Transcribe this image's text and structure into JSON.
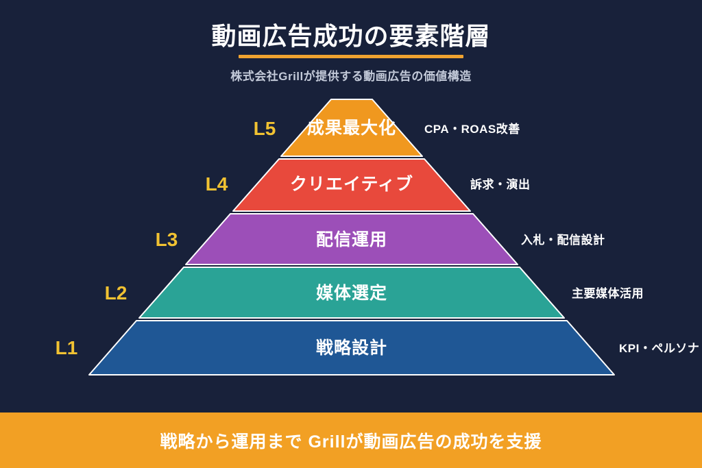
{
  "page": {
    "background_color": "#18213A",
    "accent_color": "#F0A330",
    "title": "動画広告成功の要素階層",
    "subtitle": "株式会社Grillが提供する動画広告の価値構造"
  },
  "pyramid": {
    "label_color": "#F1C232",
    "levels": [
      {
        "id": "L5",
        "level_label": "L5",
        "title": "成果最大化",
        "side_label": "CPA・ROAS改善",
        "color": "#F0981F"
      },
      {
        "id": "L4",
        "level_label": "L4",
        "title": "クリエイティブ",
        "side_label": "訴求・演出",
        "color": "#E8493C"
      },
      {
        "id": "L3",
        "level_label": "L3",
        "title": "配信運用",
        "side_label": "入札・配信設計",
        "color": "#9C4FB8"
      },
      {
        "id": "L2",
        "level_label": "L2",
        "title": "媒体選定",
        "side_label": "主要媒体活用",
        "color": "#2AA396"
      },
      {
        "id": "L1",
        "level_label": "L1",
        "title": "戦略設計",
        "side_label": "KPI・ペルソナ",
        "color": "#1F5795"
      }
    ]
  },
  "banner": {
    "background_color": "#F2A024",
    "text": "戦略から運用まで Grillが動画広告の成功を支援"
  }
}
